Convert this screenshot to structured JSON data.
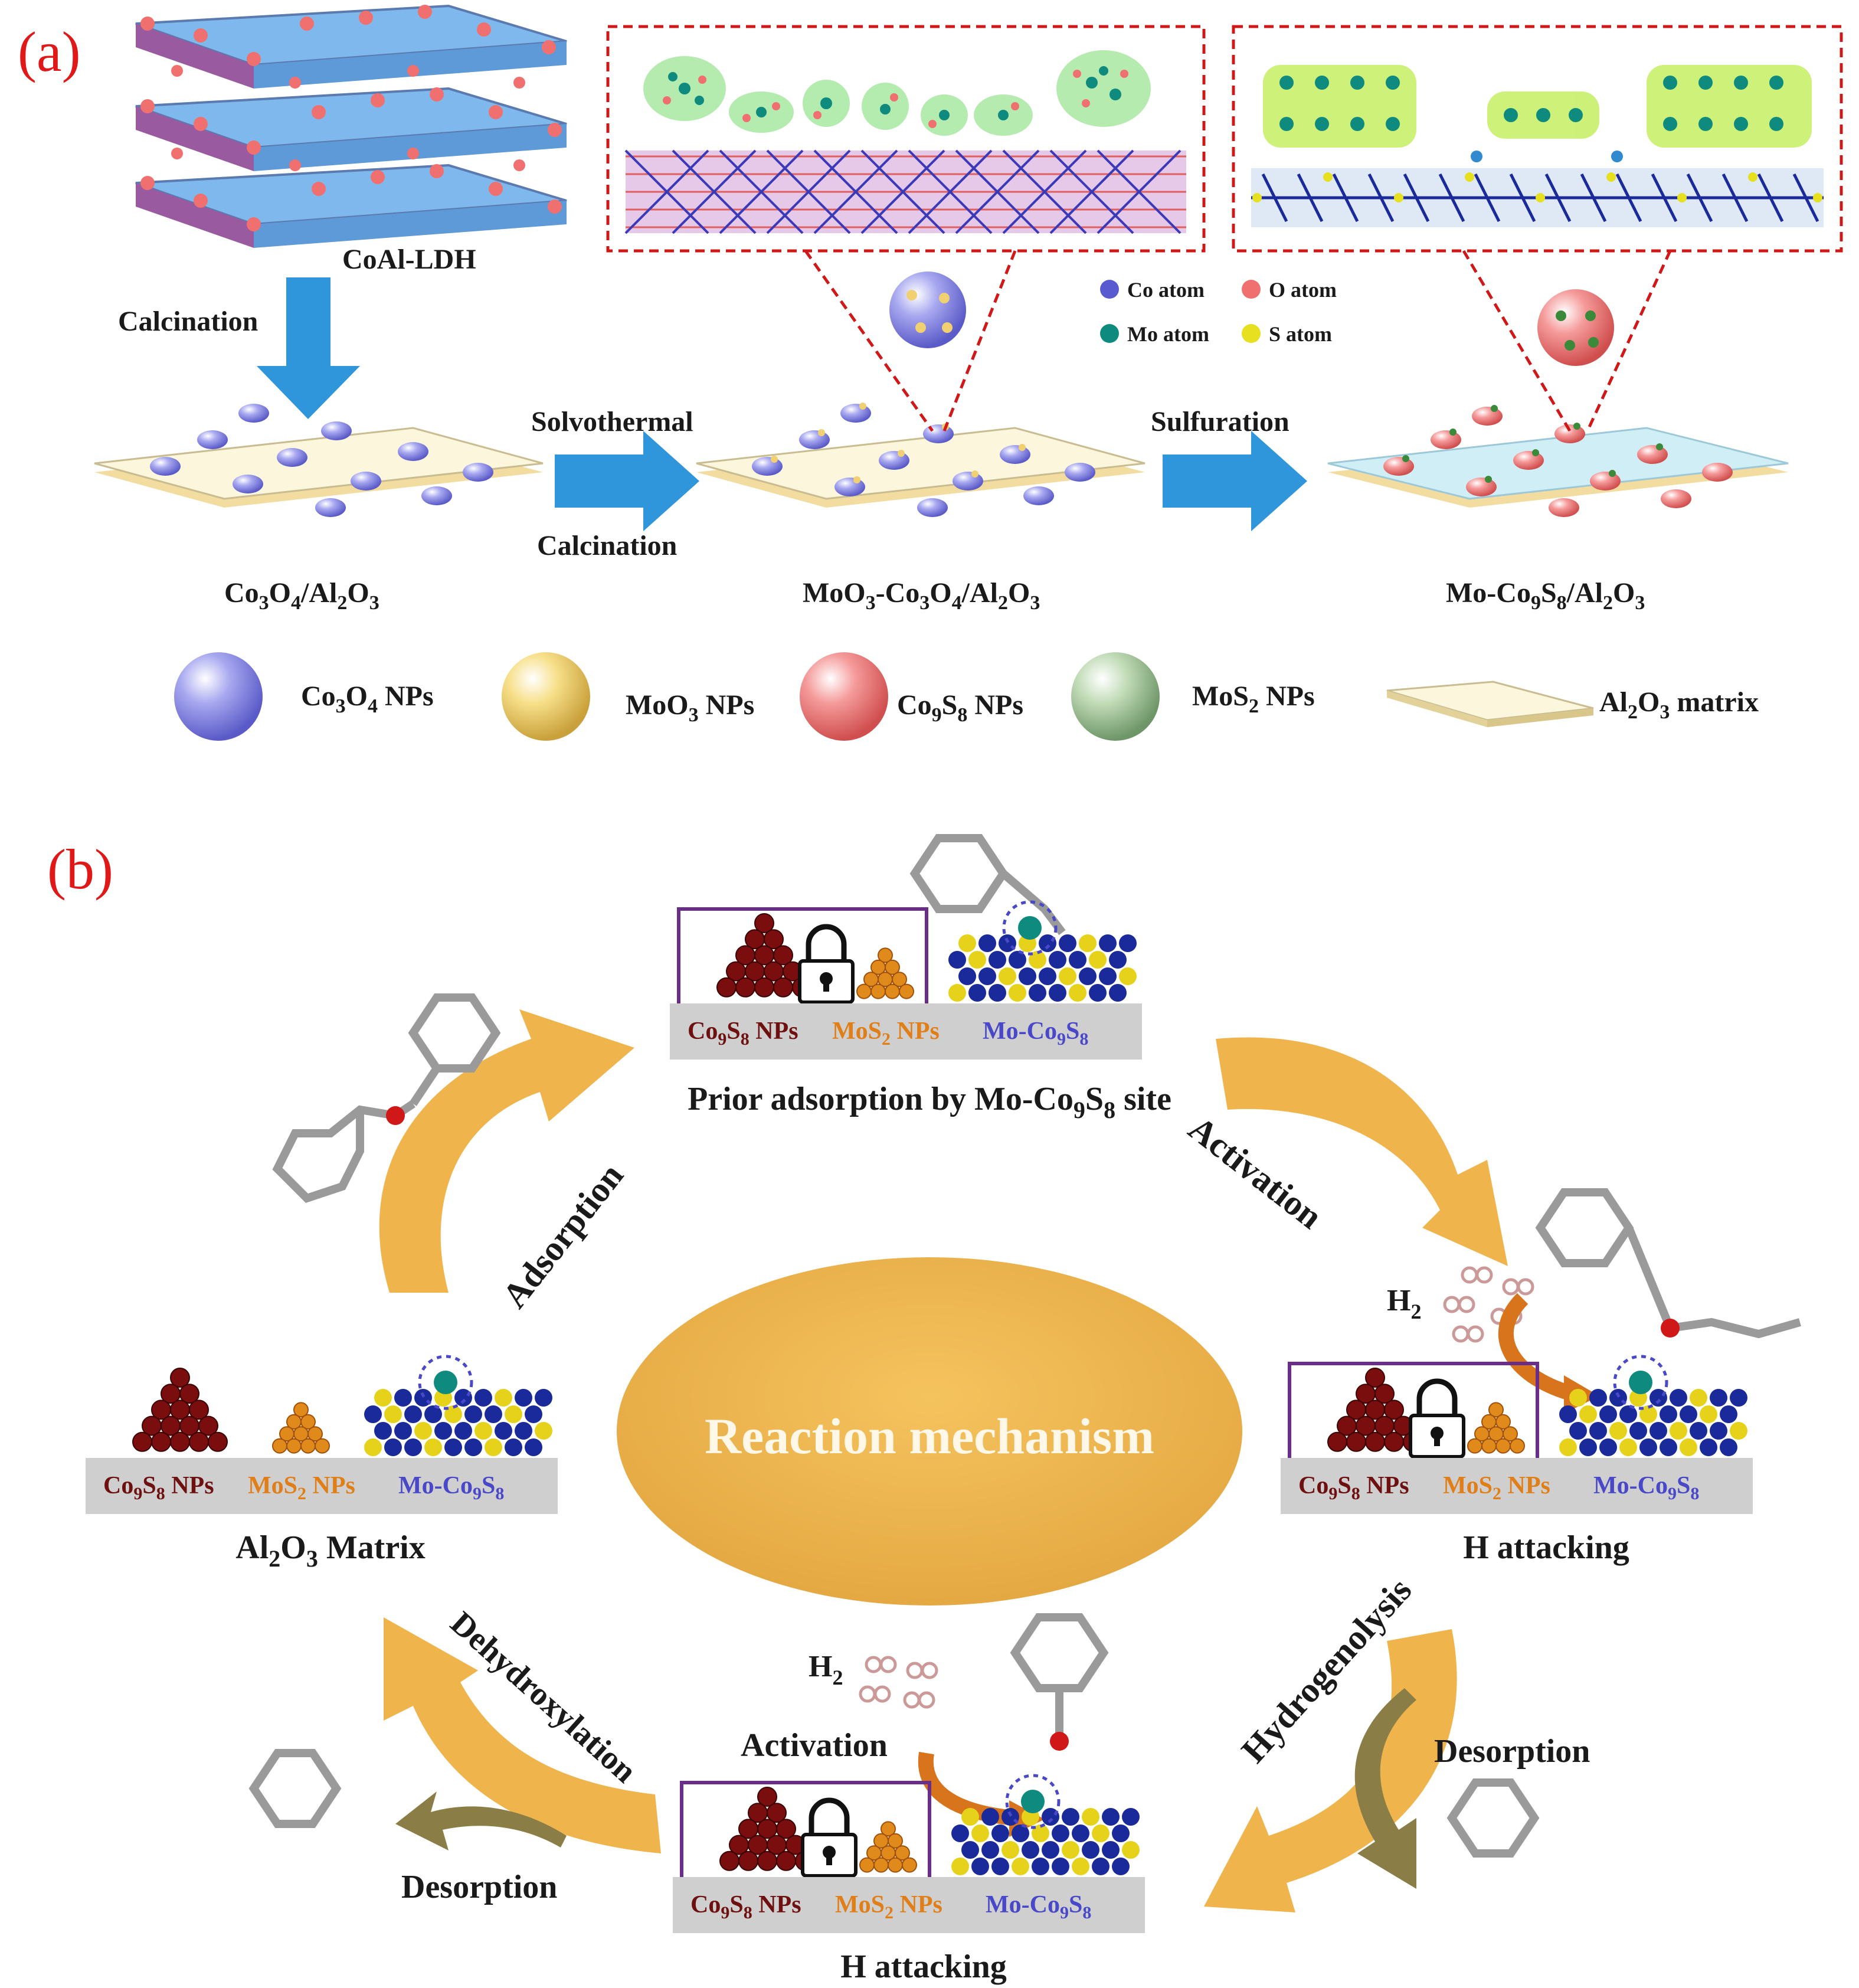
{
  "panel_a": {
    "label": "(a)",
    "ldh_label": "CoAl-LDH",
    "step1": "Calcination",
    "step2_top": "Solvothermal",
    "step2_bottom": "Calcination",
    "step3": "Sulfuration",
    "stage1": {
      "main": "Co",
      "s1": "3",
      "m2": "O",
      "s2": "4",
      "m3": "/Al",
      "s3": "2",
      "m4": "O",
      "s4": "3"
    },
    "stage2": {
      "main": "MoO",
      "s1": "3",
      "m2": "-Co",
      "s2": "3",
      "m3": "O",
      "s3": "4",
      "m4": "/Al",
      "s4": "2",
      "m5": "O",
      "s5": "3"
    },
    "stage3": {
      "main": "Mo-Co",
      "s1": "9",
      "m2": "S",
      "s2": "8",
      "m3": "/Al",
      "s3": "2",
      "m4": "O",
      "s4": "3"
    },
    "atom_legend": {
      "co": "Co atom",
      "o": "O atom",
      "mo": "Mo atom",
      "s": "S atom"
    },
    "np_legend": {
      "co3o4": {
        "a": "Co",
        "s1": "3",
        "b": "O",
        "s2": "4",
        "c": " NPs"
      },
      "moo3": {
        "a": "MoO",
        "s1": "3",
        "c": " NPs"
      },
      "co9s8": {
        "a": "Co",
        "s1": "9",
        "b": "S",
        "s2": "8",
        "c": " NPs"
      },
      "mos2": {
        "a": "MoS",
        "s1": "2",
        "c": " NPs"
      },
      "al2o3": {
        "a": "Al",
        "s1": "2",
        "b": "O",
        "s2": "3",
        "c": " matrix"
      }
    },
    "colors": {
      "co_atom": "#5a5ad0",
      "o_atom": "#f07070",
      "mo_atom": "#0e8a7e",
      "s_atom": "#e6e020",
      "arrow_blue": "#2f96dc",
      "co3o4_np": "#8a8ae8",
      "moo3_np": "#f0d070",
      "co9s8_np": "#f08080",
      "mos2_np": "#a8c8a0",
      "matrix": "#fbf6dc",
      "sulfided": "#cfeef5"
    }
  },
  "panel_b": {
    "label": "(b)",
    "center": "Reaction mechanism",
    "base_labels": {
      "co9s8": {
        "a": "Co",
        "s1": "9",
        "b": "S",
        "s2": "8",
        "c": " NPs"
      },
      "mos2": {
        "a": "MoS",
        "s1": "2",
        "c": " NPs"
      },
      "moco": {
        "a": "Mo-Co",
        "s1": "9",
        "b": "S",
        "s2": "8"
      }
    },
    "caption_left": {
      "a": "Al",
      "s1": "2",
      "b": "O",
      "s2": "3",
      "c": " Matrix"
    },
    "caption_top": {
      "a": "Prior adsorption by Mo-Co",
      "s1": "9",
      "b": "S",
      "s2": "8",
      "c": " site"
    },
    "caption_right": "H attacking",
    "caption_bottom": "H attacking",
    "arrow_adsorption": "Adsorption",
    "arrow_activation": "Activation",
    "arrow_hydrogenolysis": "Hydrogenolysis",
    "arrow_dehydroxylation": "Dehydroxylation",
    "desorption_right": "Desorption",
    "desorption_left": "Desorption",
    "activation_bottom": "Activation",
    "h2_right": {
      "a": "H",
      "s1": "2"
    },
    "h2_bottom": {
      "a": "H",
      "s1": "2"
    },
    "colors": {
      "ellipse": "#eab04a",
      "arrow": "#efb44c",
      "arrow_dark": "#8a7e46",
      "co9s8_text": "#6e1010",
      "mos2_text": "#e07f18",
      "moco_text": "#4848c8",
      "base": "#cfcfcf",
      "frame": "#6a2d8a"
    }
  }
}
